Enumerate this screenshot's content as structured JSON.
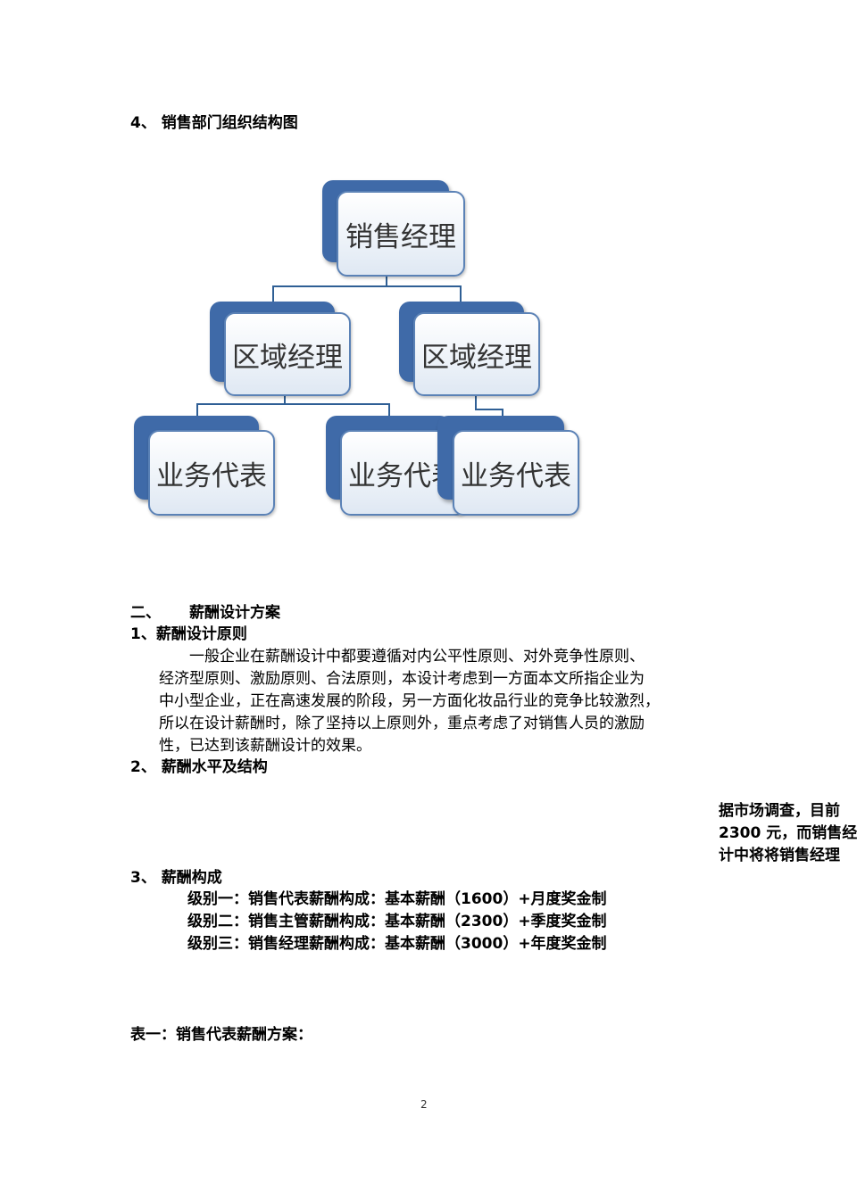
{
  "heading_org": "4、 销售部门组织结构图",
  "org_chart": {
    "top": "销售经理",
    "regional_left": "区域经理",
    "regional_right": "区域经理",
    "rep_1": "业务代表",
    "rep_2": "业务代表",
    "rep_3": "业务代表"
  },
  "section_two": {
    "number": "二、",
    "title": "薪酬设计方案"
  },
  "principle": {
    "heading": "1、薪酬设计原则",
    "lines": [
      "一般企业在薪酬设计中都要遵循对内公平性原则、对外竞争性原则、",
      "经济型原则、激励原则、合法原则，本设计考虑到一方面本文所指企业为",
      "中小型企业，正在高速发展的阶段，另一方面化妆品行业的竞争比较激烈，",
      "所以在设计薪酬时，除了坚持以上原则外，重点考虑了对销售人员的激励",
      "性，已达到该薪酬设计的效果。"
    ]
  },
  "level_structure": {
    "heading": "2、 薪酬水平及结构",
    "side_lines": [
      "据市场调查，目前",
      "2300 元，而销售经",
      "计中将将销售经理"
    ]
  },
  "composition": {
    "heading": "3、 薪酬构成",
    "items": [
      "级别一：销售代表薪酬构成：基本薪酬（1600）+月度奖金制",
      "级别二：销售主管薪酬构成：基本薪酬（2300）+季度奖金制",
      "级别三：销售经理薪酬构成：基本薪酬（3000）+年度奖金制"
    ]
  },
  "table_caption": "表一：销售代表薪酬方案：",
  "page_number": "2"
}
